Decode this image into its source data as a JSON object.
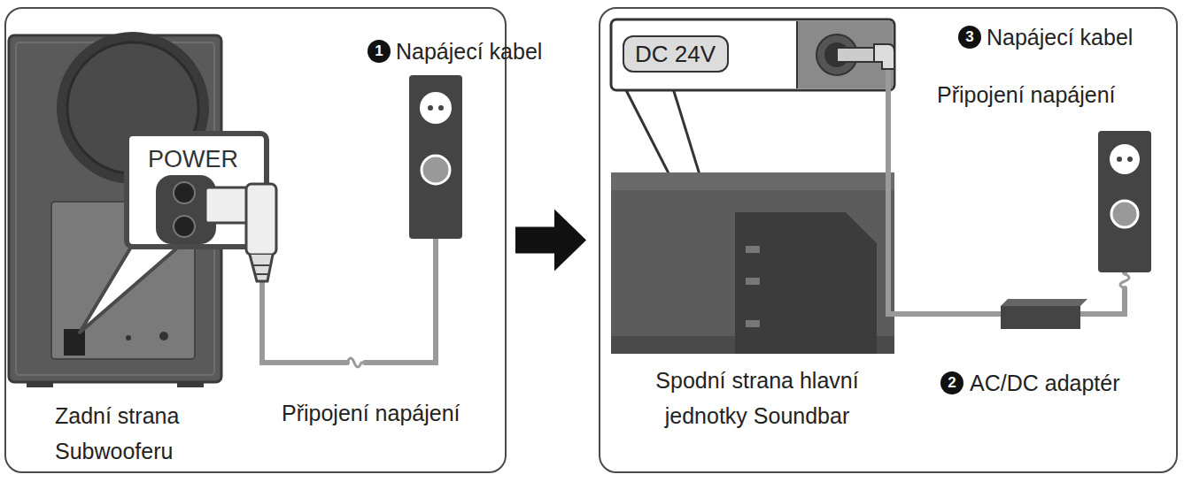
{
  "diagram": {
    "nodes": [
      {
        "text": [
          "Zadní strana Subwooferu"
        ]
      },
      {
        "text": [
          "POWER"
        ],
        "in": 0
      },
      {
        "text": [
          "Spodní strana hlavní jednotky Soundbar"
        ]
      },
      {
        "text": [
          "DC 24V"
        ],
        "in": 2
      }
    ],
    "edges": [
      {
        "from": 0,
        "to": 2,
        "arrow": "to"
      }
    ],
    "labels": [
      "1",
      "Napájecí kabel",
      "Připojení napájení",
      "3",
      "Napájecí kabel",
      "Připojení napájení",
      "2",
      "AC/DC adaptér"
    ]
  }
}
